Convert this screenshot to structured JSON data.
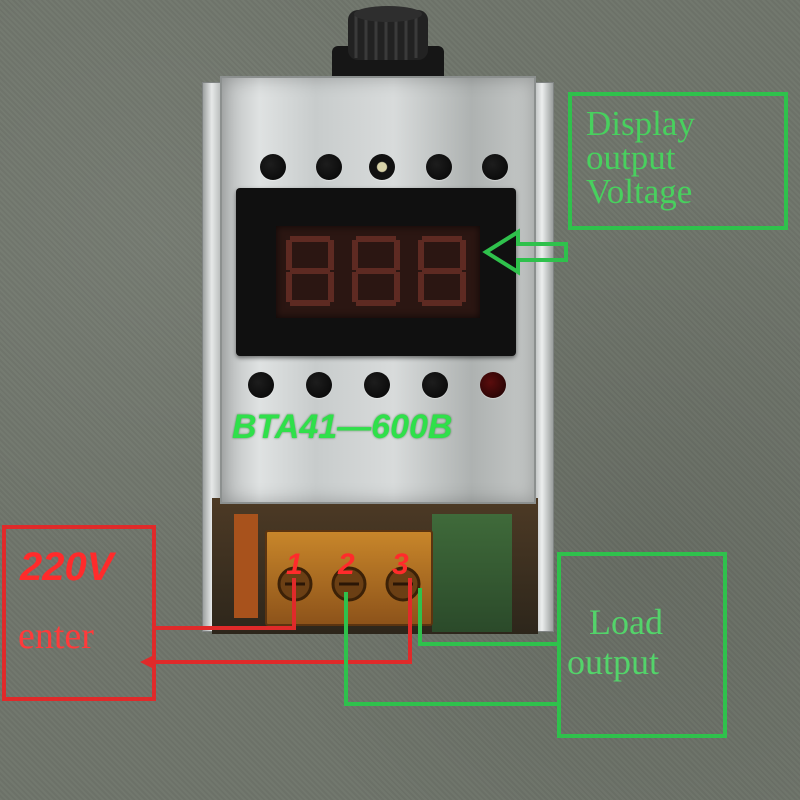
{
  "device": {
    "model": "BTA41—600B",
    "terminal_numbers": [
      "1",
      "2",
      "3"
    ]
  },
  "annotations": {
    "display": {
      "lines": [
        "Display",
        "output",
        "Voltage"
      ],
      "color": "#2fc14c"
    },
    "load": {
      "lines": [
        "Load",
        "output"
      ],
      "color": "#2fc14c"
    },
    "input": {
      "voltage": "220V",
      "label": "enter",
      "color": "#e02a2a"
    }
  },
  "colors": {
    "model_text": "#2fe04a",
    "lcd_segments_off": "#5e2a22",
    "background": "#6f756b"
  }
}
